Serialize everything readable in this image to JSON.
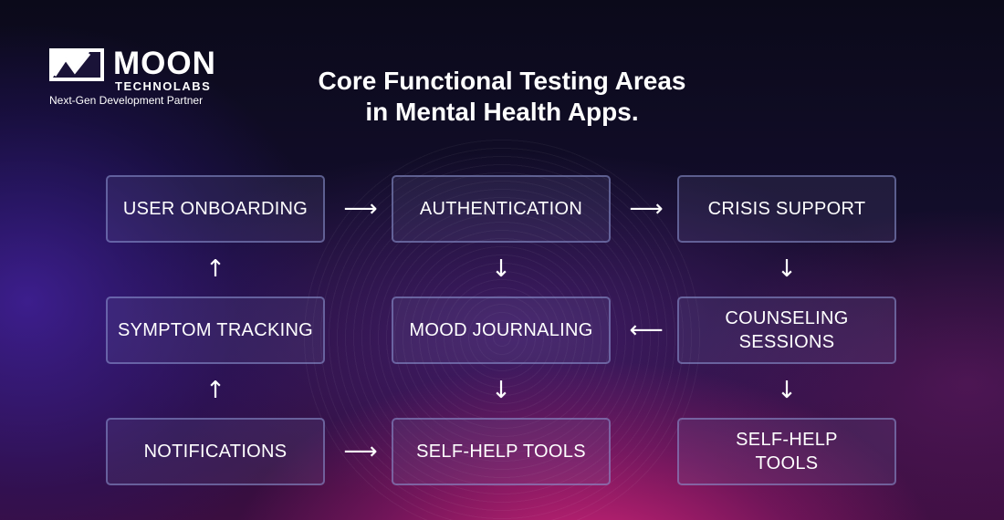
{
  "brand": {
    "name": "MOON",
    "sub": "TECHNOLABS",
    "tagline": "Next-Gen Development Partner"
  },
  "title": {
    "line1": "Core Functional Testing Areas",
    "line2": "in Mental Health Apps."
  },
  "nodes": {
    "user_onboarding": "USER ONBOARDING",
    "authentication": "AUTHENTICATION",
    "crisis_support": "CRISIS SUPPORT",
    "symptom_tracking": "SYMPTOM TRACKING",
    "mood_journaling": "MOOD JOURNALING",
    "counseling_sessions_1": "COUNSELING",
    "counseling_sessions_2": "SESSIONS",
    "notifications": "NOTIFICATIONS",
    "self_help_tools": "SELF-HELP TOOLS",
    "self_help_tools_right_1": "SELF-HELP",
    "self_help_tools_right_2": "TOOLS"
  },
  "arrows": {
    "right": "⟶",
    "left": "⟵",
    "up": "↑",
    "down": "↓"
  },
  "colors": {
    "box_border": "#8c96d2",
    "text": "#ffffff",
    "accent_pink": "#ec2882",
    "accent_violet": "#4623aa"
  }
}
